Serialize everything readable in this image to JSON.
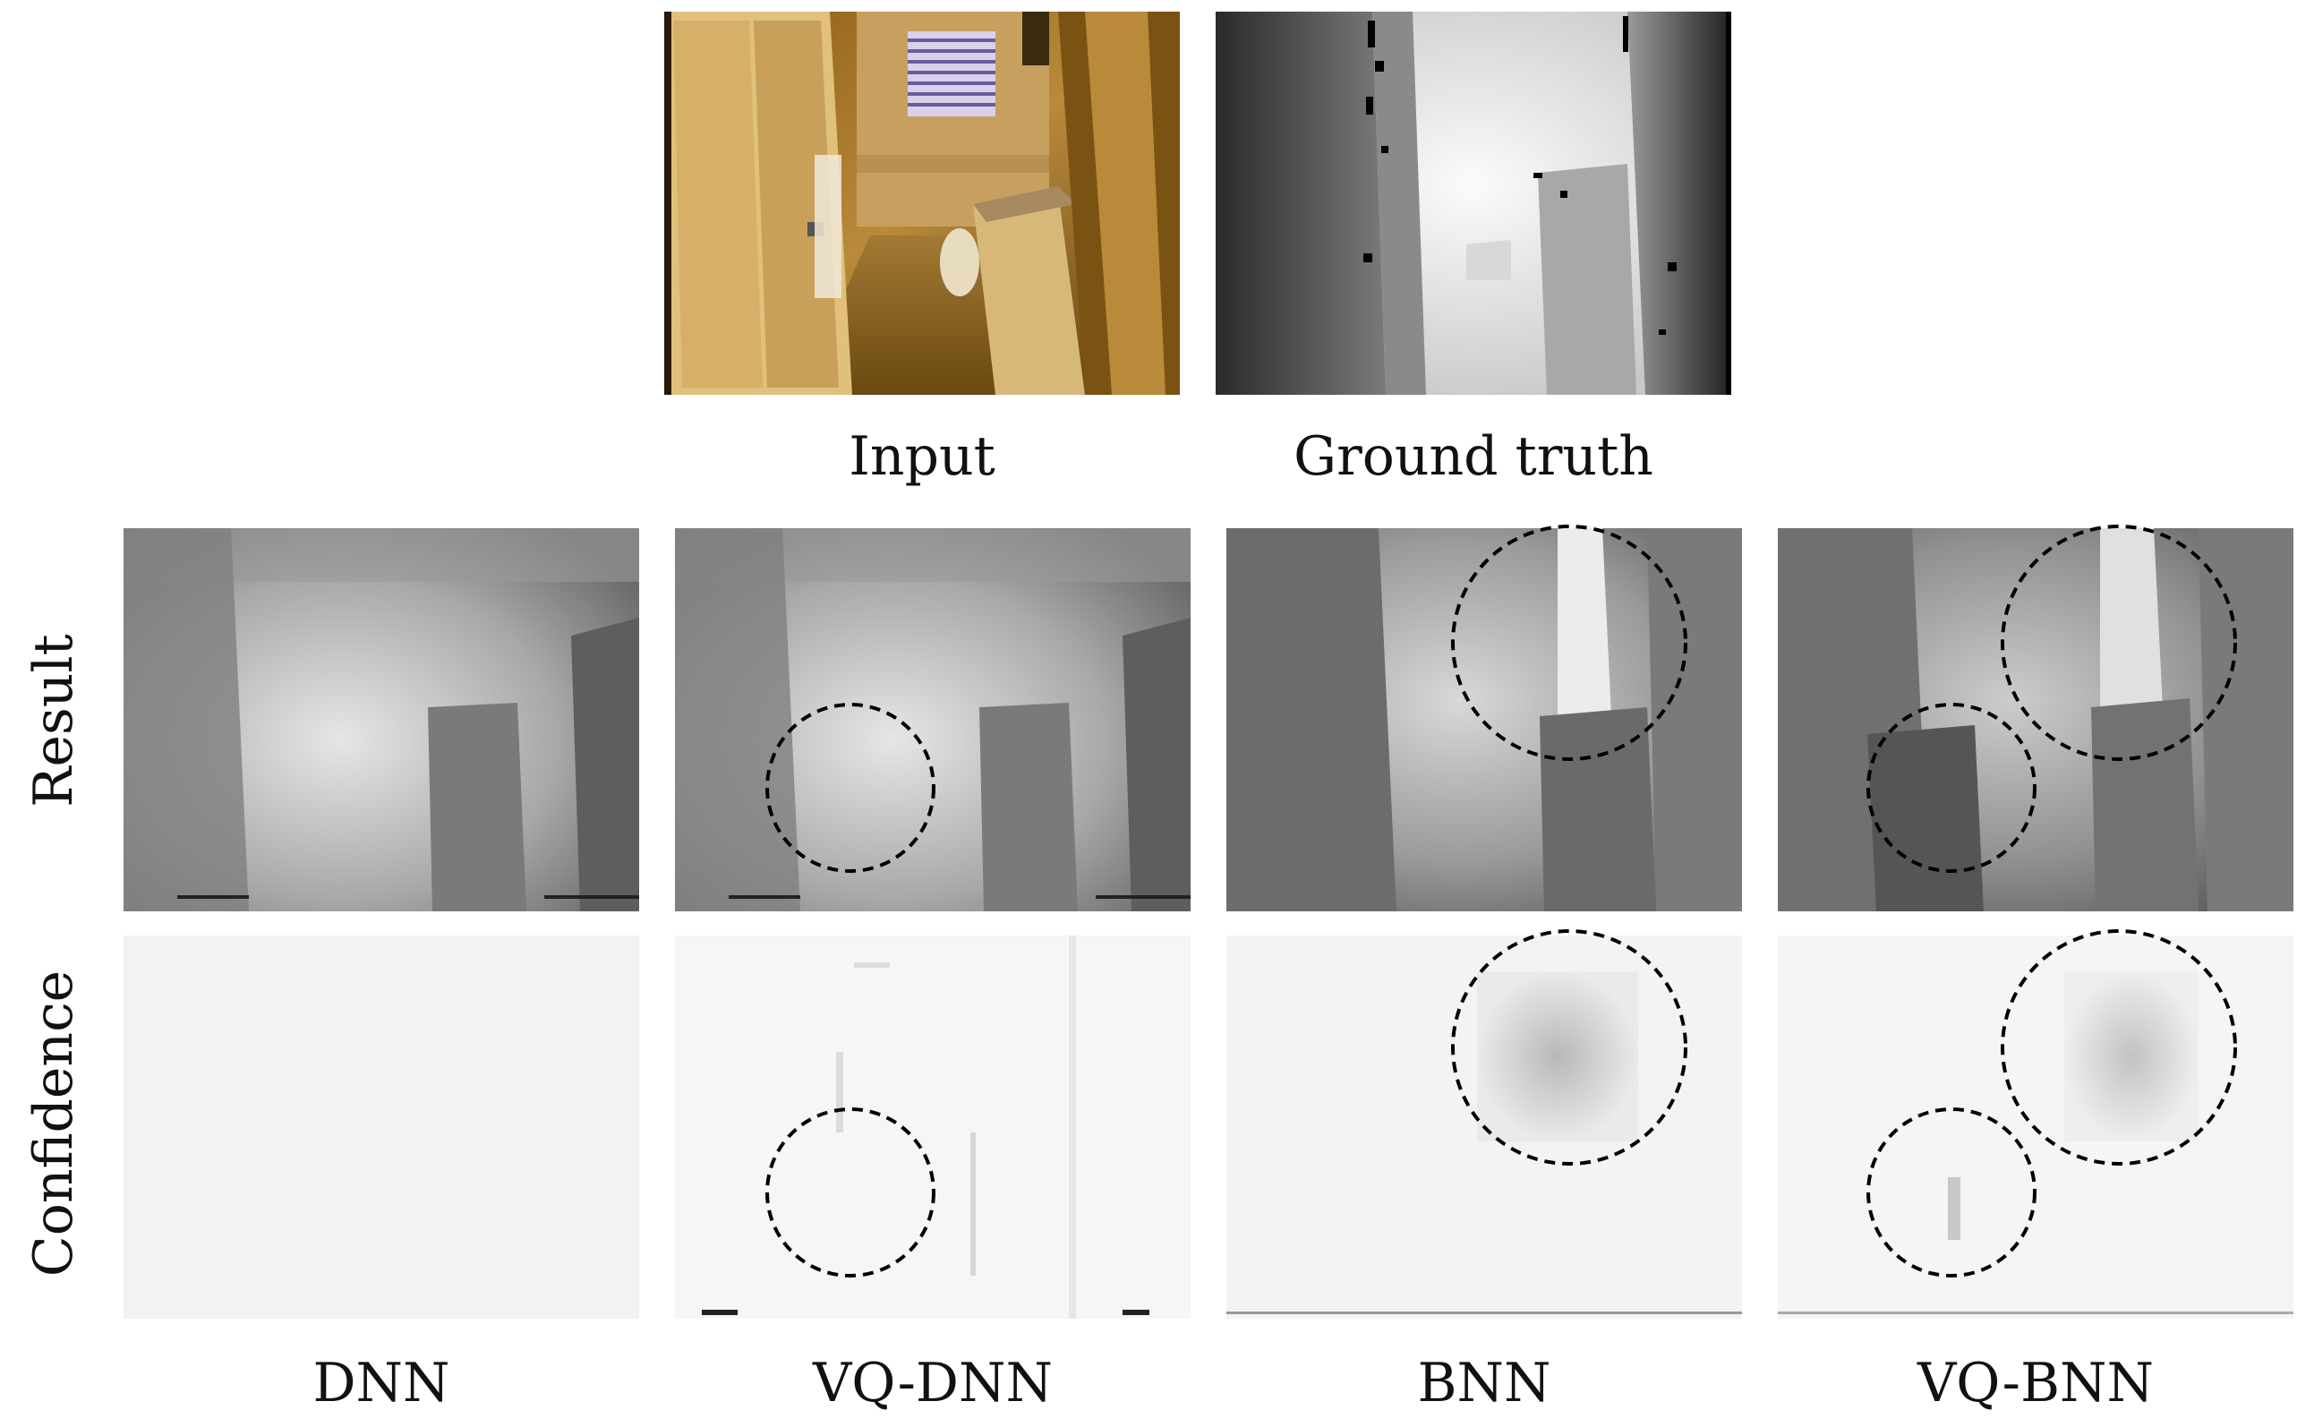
{
  "figure": {
    "top_captions": {
      "input": "Input",
      "ground_truth": "Ground truth"
    },
    "row_labels": {
      "result": "Result",
      "confidence": "Confidence"
    },
    "column_labels": {
      "dnn": "DNN",
      "vq_dnn": "VQ-DNN",
      "bnn": "BNN",
      "vq_bnn": "VQ-BNN"
    }
  },
  "colors": {
    "background": "#ffffff",
    "text": "#111111",
    "circle_stroke": "#000000"
  }
}
